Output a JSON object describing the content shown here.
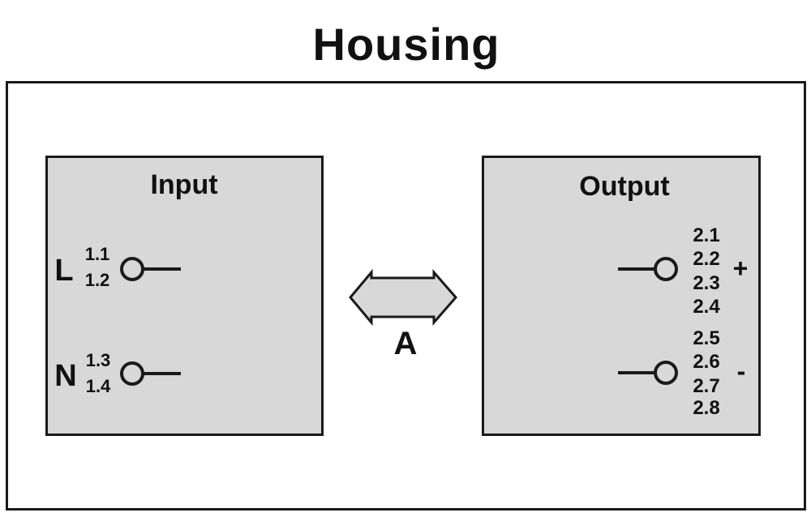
{
  "title": "Housing",
  "arrow": {
    "label": "A"
  },
  "colors": {
    "panel_fill": "#d8d8d8",
    "stroke": "#1a1a1a",
    "text": "#111111",
    "background": "#ffffff"
  },
  "input": {
    "label": "Input",
    "terminals": [
      {
        "name": "L",
        "pin_top": "1.1",
        "pin_bottom": "1.2"
      },
      {
        "name": "N",
        "pin_top": "1.3",
        "pin_bottom": "1.4"
      }
    ]
  },
  "output": {
    "label": "Output",
    "groups": [
      {
        "polarity": "+",
        "pins": [
          "2.1",
          "2.2",
          "2.3",
          "2.4"
        ]
      },
      {
        "polarity": "-",
        "pins": [
          "2.5",
          "2.6",
          "2.7",
          "2.8"
        ]
      }
    ]
  }
}
